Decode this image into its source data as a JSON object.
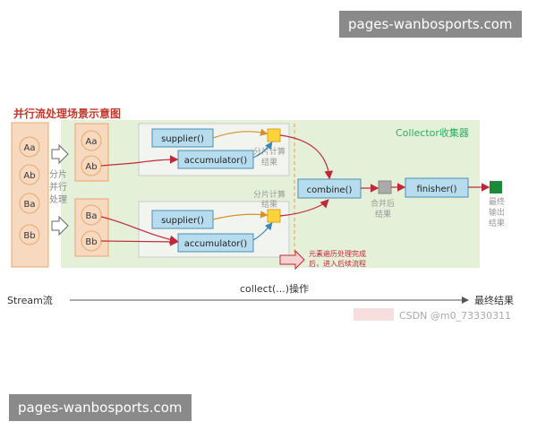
{
  "watermarks": {
    "top": "pages-wanbosports.com",
    "bottom": "pages-wanbosports.com"
  },
  "title": "并行流处理场景示意图",
  "collector_label": "Collector收集器",
  "source_items": [
    "Aa",
    "Ab",
    "Ba",
    "Bb"
  ],
  "split_label": [
    "分片",
    "并行",
    "处理"
  ],
  "partition_a": [
    "Aa",
    "Ab"
  ],
  "partition_b": [
    "Ba",
    "Bb"
  ],
  "functions": {
    "supplier": "supplier()",
    "accumulator": "accumulator()",
    "combine": "combine()",
    "finisher": "finisher()"
  },
  "labels": {
    "partial_a": [
      "分片计算",
      "结果"
    ],
    "partial_b": [
      "分片计算",
      "结果"
    ],
    "merged": [
      "合并后",
      "结果"
    ],
    "final": [
      "最终",
      "输出",
      "结果"
    ],
    "note": [
      "元素遍历处理完成",
      "后，进入后续流程"
    ]
  },
  "bottom_axis": {
    "left": "Stream流",
    "middle": "collect(...)操作",
    "right": "最终结果"
  },
  "csdn": "CSDN @m0_73330311",
  "colors": {
    "title": "#c0392b",
    "collector_title": "#27ae60",
    "green_bg": "#e4f0d8",
    "peach": "#f6d9be",
    "peach_border": "#e8a870",
    "blue_box": "#b7dced",
    "blue_border": "#4a90b8",
    "yellow": "#ffd43b",
    "gray": "#aaaaaa",
    "final_green": "#1b8a3a",
    "red_arrow": "#c0283a"
  }
}
